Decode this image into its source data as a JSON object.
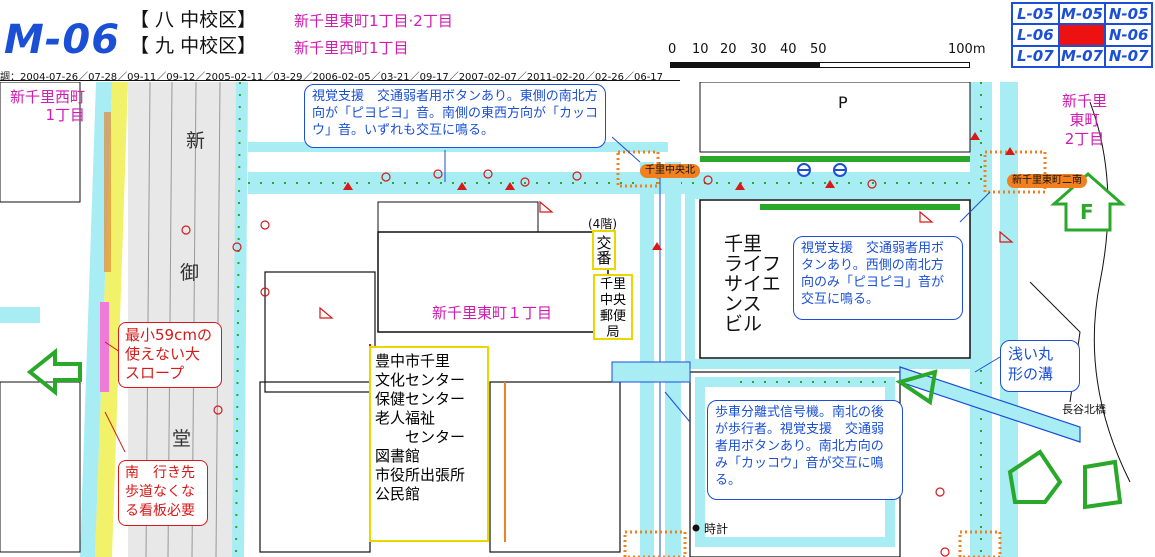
{
  "header": {
    "sheet_code": "M-06",
    "schools": [
      {
        "bracket_name": "【 八 中校区】",
        "areas": "新千里東町1丁目·2丁目"
      },
      {
        "bracket_name": "【 九 中校区】",
        "areas": "新千里西町1丁目"
      }
    ],
    "survey_dates": "調：2004-07-26／07-28／09-11／09-12／2005-02-11／03-29／2006-02-05／03-21／09-17／2007-02-07／2011-02-20／02-26／06-17"
  },
  "scale": {
    "ticks": [
      "0",
      "10",
      "20",
      "30",
      "40",
      "50"
    ],
    "end_label": "100m"
  },
  "index_grid": {
    "cells": [
      "L-05",
      "M-05",
      "N-05",
      "L-06",
      "",
      "N-06",
      "L-07",
      "M-07",
      "N-07"
    ],
    "current": "M-06"
  },
  "map": {
    "district_labels": {
      "west": "新千里西町\n1丁目",
      "east": "新千里\n東町\n2丁目",
      "center": "新千里東町１丁目"
    },
    "road_name_chars": [
      "新",
      "御",
      "堂"
    ],
    "parking": "P",
    "signals": {
      "north": "千里中央北",
      "east": "新千里東町二南"
    },
    "police_box": {
      "floor": "(4階)",
      "name": "交番"
    },
    "post_office": "千里\n中央\n郵便局",
    "senri_life_science": "千里\nライフ\nサイエ\nンス\nビル",
    "bunka_center": "豊中市千里\n文化センター\n保健センター\n老人福祉\n　　センター\n図書館\n市役所出張所\n公民館",
    "bridge": "長谷北橋",
    "clock": "時計",
    "f_marker": "F",
    "callouts": {
      "north_signal": "視覚支援　交通弱者用ボタンあり。東側の南北方向が「ピヨピヨ」音。南側の東西方向が「カッコウ」音。いずれも交互に鳴る。",
      "east_signal": "視覚支援　交通弱者用ボタンあり。西側の南北方向のみ「ピヨピヨ」音が交互に鳴る。",
      "south_signal": "歩車分離式信号機。南北の後が歩行者。視覚支援　交通弱者用ボタンあり。南北方向のみ「カッコウ」音が交互に鳴る。",
      "slope": "最小59cmの\n使えない大\nスロープ",
      "south_notice": "南　行き先\n歩道なくな\nる看板必要",
      "ditch": "浅い丸\n形の溝"
    }
  },
  "colors": {
    "sidewalk": "#a8ecf4",
    "blue_line": "#1a4fd6",
    "magenta": "#d21bb0",
    "red": "#d71919",
    "green": "#2aa82a",
    "orange": "#f08020",
    "yellow": "#f2f26a"
  }
}
